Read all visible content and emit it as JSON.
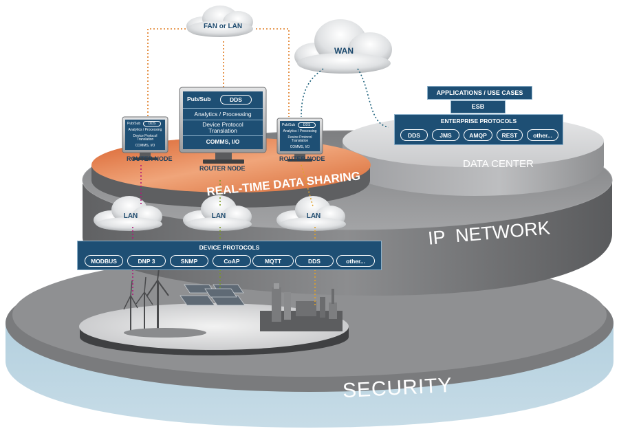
{
  "layers": {
    "security": "SECURITY",
    "ip_network": "IP  NETWORK",
    "real_time": "REAL-TIME DATA SHARING",
    "data_center": "DATA CENTER"
  },
  "clouds": {
    "fan_or_lan": "FAN or LAN",
    "wan": "WAN",
    "lan": "LAN"
  },
  "router_label": "ROUTER NODE",
  "big_monitor": {
    "pubsub": "Pub/Sub",
    "dds": "DDS",
    "analytics": "Analytics / Processing",
    "translation_line1": "Device Protocol",
    "translation_line2": "Translation",
    "comms": "COMMS, I/O"
  },
  "small_monitor": {
    "pubsub": "Pub/Sub",
    "dds": "DDS",
    "analytics": "Analytics / Processing",
    "translation_line1": "Device Protocol",
    "translation_line2": "Translation",
    "comms": "COMMS, I/O"
  },
  "enterprise": {
    "applications": "APPLICATIONS / USE CASES",
    "esb": "ESB",
    "title": "ENTERPRISE PROTOCOLS",
    "protocols": [
      "DDS",
      "JMS",
      "AMQP",
      "REST",
      "other..."
    ]
  },
  "device": {
    "title": "DEVICE PROTOCOLS",
    "protocols": [
      "MODBUS",
      "DNP 3",
      "SNMP",
      "CoAP",
      "MQTT",
      "DDS",
      "other..."
    ]
  },
  "colors": {
    "navy": "#1e4f74",
    "orange_disc": "#e87b45",
    "security_blue": "#a8c9da",
    "gray_dark": "#6e6f71",
    "arrow_orange": "#e07a1f",
    "arrow_teal": "#1a5f7a",
    "arrow_magenta": "#b0197a",
    "arrow_green": "#7a9a1e",
    "arrow_gold": "#e0a22a"
  }
}
